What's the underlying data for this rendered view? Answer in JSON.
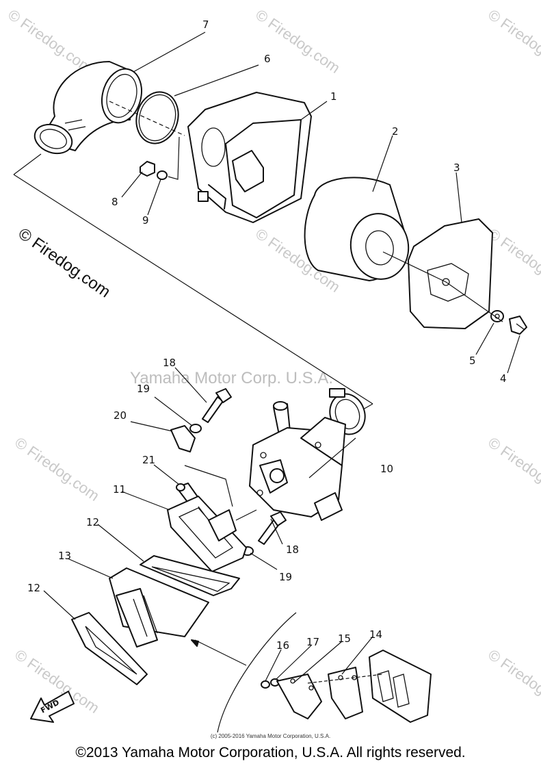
{
  "watermark": {
    "site": "© Firedog.com",
    "brand": "Yamaha Motor Corp. U.S.A."
  },
  "callouts": {
    "p1": "1",
    "p2": "2",
    "p3": "3",
    "p4": "4",
    "p5": "5",
    "p6": "6",
    "p7": "7",
    "p8": "8",
    "p9": "9",
    "p10": "10",
    "p11": "11",
    "p12a": "12",
    "p12b": "12",
    "p13": "13",
    "p14": "14",
    "p15": "15",
    "p16": "16",
    "p17": "17",
    "p18a": "18",
    "p18b": "18",
    "p19a": "19",
    "p19b": "19",
    "p20": "20",
    "p21": "21"
  },
  "fwd_label": "FWD",
  "footer": {
    "small": "(c) 2005-2016 Yamaha Motor Corporation, U.S.A.",
    "copyright": "©2013 Yamaha Motor Corporation, U.S.A. All rights reserved."
  }
}
